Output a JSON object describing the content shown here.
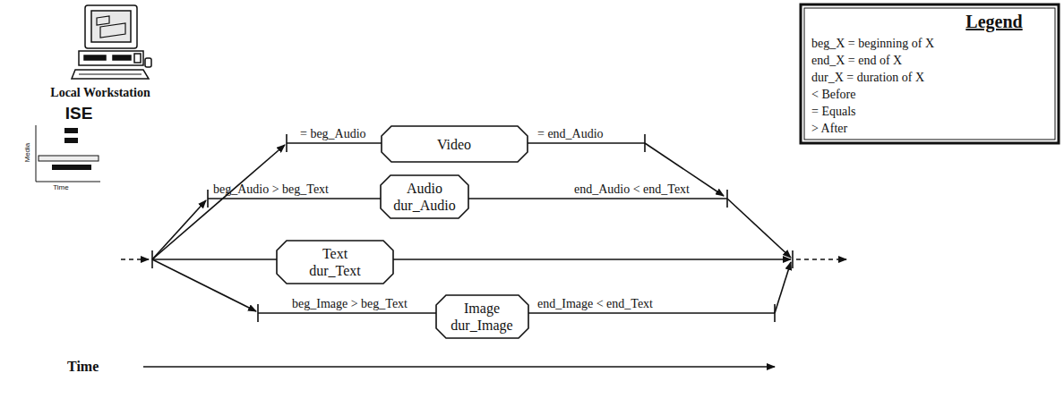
{
  "diagram": {
    "nodes": [
      {
        "text": [
          "Video"
        ]
      },
      {
        "text": [
          "Audio",
          "dur_Audio"
        ]
      },
      {
        "text": [
          "Text",
          "dur_Text"
        ]
      },
      {
        "text": [
          "Image",
          "dur_Image"
        ]
      }
    ],
    "labels": [
      "Local Workstation",
      "ISE",
      "Media",
      "Time",
      "= beg_Audio",
      "= end_Audio",
      "beg_Audio > beg_Text",
      "end_Audio < end_Text",
      "beg_Image > beg_Text",
      "end_Image < end_Text",
      "Time",
      "Legend"
    ],
    "legend": [
      {
        "text": "beg_X = beginning of X"
      },
      {
        "text": "end_X = end of X"
      },
      {
        "text": "dur_X = duration of X"
      },
      {
        "text": "< Before"
      },
      {
        "text": "= Equals"
      },
      {
        "text": "> After"
      }
    ]
  }
}
